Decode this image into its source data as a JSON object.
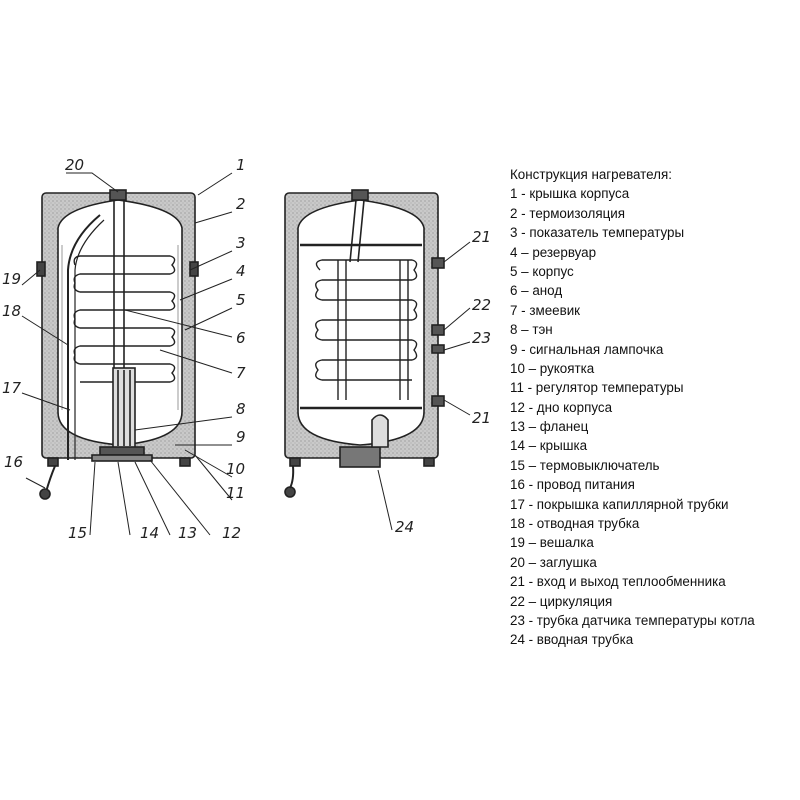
{
  "legend": {
    "title": "Конструкция нагревателя:",
    "items": [
      "1 - крышка корпуса",
      "2 - термоизоляция",
      "3 - показатель температуры",
      "4 – резервуар",
      "5 – корпус",
      "6 – анод",
      "7 - змеевик",
      "8 – тэн",
      "9 - сигнальная лампочка",
      "10 – рукоятка",
      "11 - регулятор температуры",
      "12 - дно корпуса",
      "13 – фланец",
      "14 – крышка",
      "15 – термовыключатель",
      "16 - провод питания",
      "17 - покрышка капиллярной трубки",
      "18 - отводная трубка",
      "19 – вешалка",
      "20 – заглушка",
      "21 - вход и выход теплообменника",
      "22 – циркуляция",
      "23 - трубка датчика температуры котла",
      "24 - вводная трубка"
    ]
  },
  "callouts": {
    "n1": "1",
    "n2": "2",
    "n3": "3",
    "n4": "4",
    "n5": "5",
    "n6": "6",
    "n7": "7",
    "n8": "8",
    "n9": "9",
    "n10": "10",
    "n11": "11",
    "n12": "12",
    "n13": "13",
    "n14": "14",
    "n15": "15",
    "n16": "16",
    "n17": "17",
    "n18": "18",
    "n19": "19",
    "n20": "20",
    "n21a": "21",
    "n21b": "21",
    "n22": "22",
    "n23": "23",
    "n24": "24"
  }
}
